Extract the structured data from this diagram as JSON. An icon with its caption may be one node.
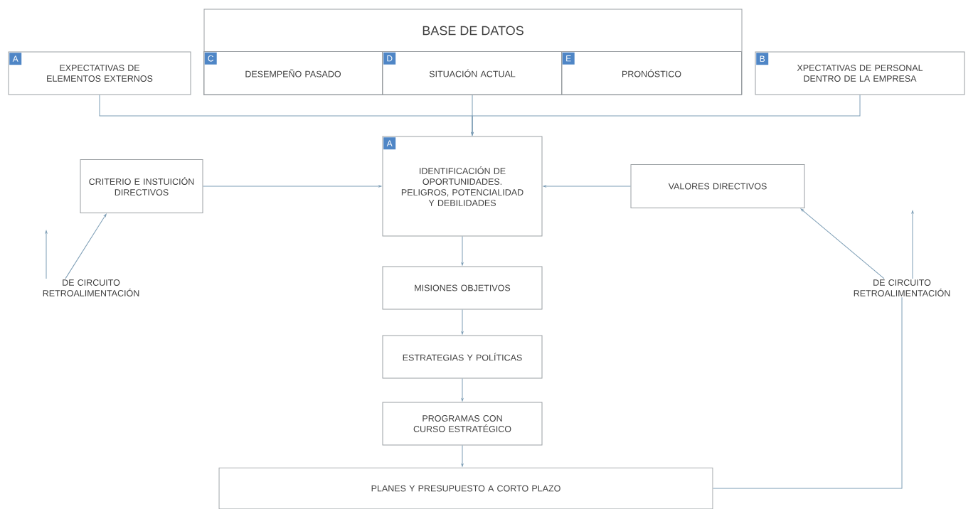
{
  "diagram": {
    "nodes": [
      {
        "text": [
          "A",
          "EXPECTATIVAS DE ELEMENTOS EXTERNOS"
        ]
      },
      {
        "text": [
          "BASE DE DATOS"
        ]
      },
      {
        "text": [
          "C",
          "DESEMPEÑO PASADO"
        ],
        "in": 1
      },
      {
        "text": [
          "D",
          "SITUACIÓN ACTUAL"
        ],
        "in": 1
      },
      {
        "text": [
          "E",
          "PRONÓSTICO"
        ],
        "in": 1
      },
      {
        "text": [
          "B",
          "XPECTATIVAS DE PERSONAL DENTRO DE LA EMPRESA"
        ]
      },
      {
        "text": [
          "CRITERIO E INSTUICIÓN DIRECTIVOS"
        ]
      },
      {
        "text": [
          "A",
          "IDENTIFICACIÓN DE OPORTUNIDADES. PELIGROS, POTENCIALIDAD Y DEBILIDADES"
        ]
      },
      {
        "text": [
          "VALORES DIRECTIVOS"
        ]
      },
      {
        "text": [
          "DE CIRCUITO RETROALIMENTACIÓN"
        ]
      },
      {
        "text": [
          "MISIONES OBJETIVOS"
        ]
      },
      {
        "text": [
          "DE CIRCUITO RETROALIMENTACIÓN"
        ]
      },
      {
        "text": [
          "ESTRATEGIAS Y POLÍTICAS"
        ]
      },
      {
        "text": [
          "PROGRAMAS CON CURSO ESTRATÉGICO"
        ]
      },
      {
        "text": [
          "PLANES Y PRESUPUESTO A CORTO PLAZO"
        ]
      }
    ],
    "edges": [
      {
        "from": 0,
        "to": 7,
        "arrow": "to"
      },
      {
        "from": 3,
        "to": 7,
        "arrow": "to"
      },
      {
        "from": 5,
        "to": 7,
        "arrow": "to"
      },
      {
        "from": 6,
        "to": 7,
        "arrow": "to"
      },
      {
        "from": 8,
        "to": 7,
        "arrow": "to"
      },
      {
        "from": 7,
        "to": 10,
        "arrow": "to"
      },
      {
        "from": 10,
        "to": 12,
        "arrow": "to"
      },
      {
        "from": 12,
        "to": 13,
        "arrow": "to"
      },
      {
        "from": 13,
        "to": 14,
        "arrow": "to"
      },
      {
        "from": 14,
        "to": 11,
        "arrow": "none"
      },
      {
        "from": 9,
        "to": null,
        "arrow": "to"
      },
      {
        "from": 9,
        "to": 6,
        "arrow": "to"
      },
      {
        "from": 11,
        "to": 8,
        "arrow": "to"
      },
      {
        "from": 11,
        "to": null,
        "arrow": "to"
      }
    ]
  }
}
